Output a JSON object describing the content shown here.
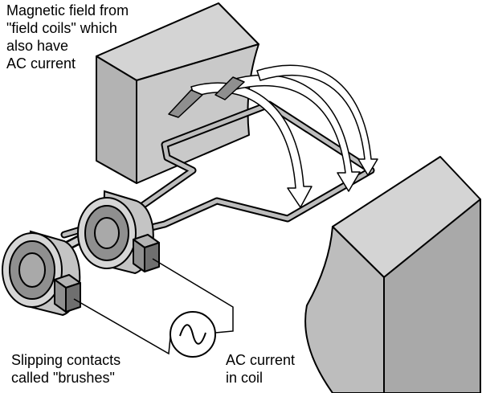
{
  "labels": {
    "field_coils": [
      "Magnetic field from",
      "\"field coils\" which",
      "also have",
      "AC current"
    ],
    "brushes": [
      "Slipping contacts",
      "called \"brushes\""
    ],
    "ac_current": [
      "AC current",
      "in coil"
    ]
  },
  "colors": {
    "pole_fill": "#c9c9c9",
    "pole_shade": "#a9a9a9",
    "ring_fill": "#c4c4c4",
    "ring_face": "#8f8f8f",
    "outline": "#000000",
    "arrow_fill": "#ffffff"
  }
}
